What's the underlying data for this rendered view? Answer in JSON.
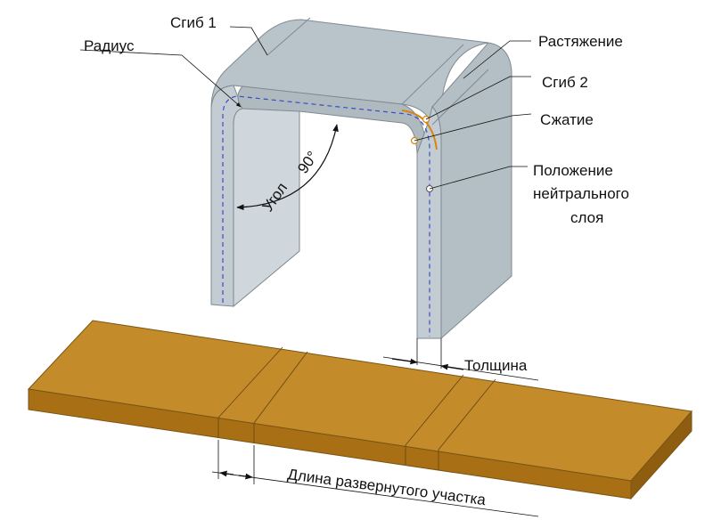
{
  "labels": {
    "bend1": "Сгиб 1",
    "radius": "Радиус",
    "stretch": "Растяжение",
    "bend2": "Сгиб 2",
    "compress": "Сжатие",
    "neutral_line1": "Положение",
    "neutral_line2": "нейтрального",
    "neutral_line3": "слоя",
    "angle_word": "Угол",
    "angle_value": "90°",
    "thickness": "Толщина",
    "developed_length": "Длина развернутого участка"
  },
  "colors": {
    "sheet_gray": "#b4bfc6",
    "sheet_gray_side": "#c7d0d5",
    "blank_top": "#c28a2a",
    "blank_front": "#a86f14",
    "blank_side": "#8c5a10",
    "neutral_dash": "#3a4cc8",
    "compression_edge": "#d78412"
  }
}
